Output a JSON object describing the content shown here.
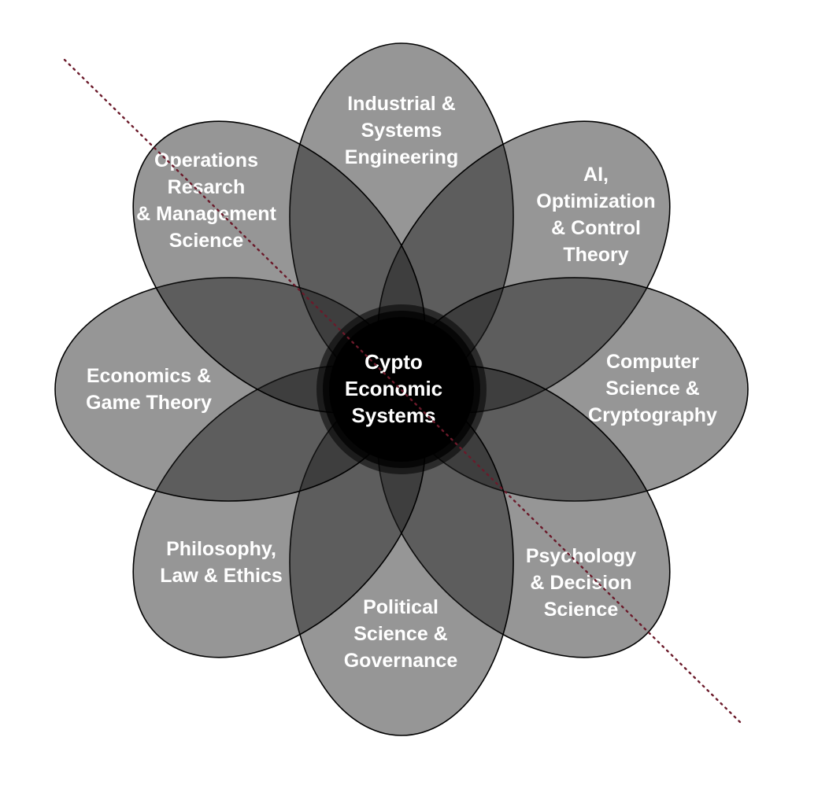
{
  "diagram": {
    "type": "venn-flower",
    "petal_fill_color": "#1a1a1a",
    "petal_stroke_color": "#000000",
    "core_color": "#000000",
    "label_color": "#ffffff",
    "dotted_line_color": "#6b1a2a",
    "center": {
      "lines": [
        "Cypto",
        "Economic",
        "Systems"
      ]
    },
    "petals": [
      {
        "id": "industrial",
        "lines": [
          "Industrial &",
          "Systems",
          "Engineering"
        ]
      },
      {
        "id": "ai",
        "lines": [
          "AI,",
          "Optimization",
          "& Control",
          "Theory"
        ]
      },
      {
        "id": "computer-science",
        "lines": [
          "Computer",
          "Science &",
          "Cryptography"
        ]
      },
      {
        "id": "psychology",
        "lines": [
          "Psychology",
          "& Decision",
          "Science"
        ]
      },
      {
        "id": "political",
        "lines": [
          "Political",
          "Science &",
          "Governance"
        ]
      },
      {
        "id": "philosophy",
        "lines": [
          "Philosophy,",
          "Law & Ethics"
        ]
      },
      {
        "id": "economics",
        "lines": [
          "Economics &",
          "Game Theory"
        ]
      },
      {
        "id": "operations",
        "lines": [
          "Operations",
          "Resarch",
          "& Management",
          "Science"
        ]
      }
    ]
  }
}
